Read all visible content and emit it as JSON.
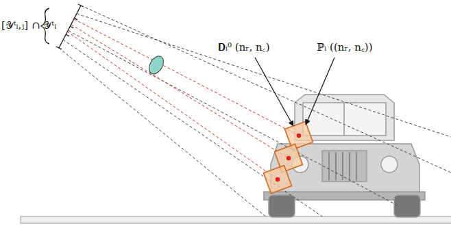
{
  "diagram": {
    "labels": [
      "[𝒴ᵗᵢ,ⱼ] ∩ 𝒴ᵗᵢ",
      "𝐃ᵢ⁰ (nᵣ, n꜀)",
      "ℙᵢ ((nᵣ, n꜀))"
    ]
  }
}
